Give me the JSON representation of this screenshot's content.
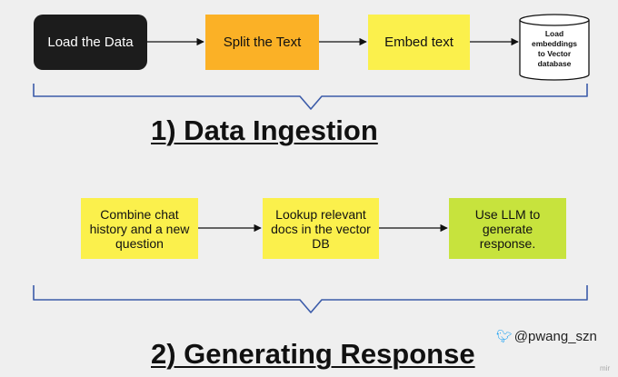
{
  "stage1": {
    "title": "1) Data Ingestion",
    "steps": {
      "load": "Load the Data",
      "split": "Split the Text",
      "embed": "Embed text",
      "store_lines": [
        "Load",
        "embeddings",
        "to Vector",
        "database"
      ]
    }
  },
  "stage2": {
    "title": "2) Generating Response",
    "steps": {
      "combine_lines": [
        "Combine chat",
        "history and a new",
        "question"
      ],
      "lookup_lines": [
        "Lookup relevant",
        "docs in the vector",
        "DB"
      ],
      "generate_lines": [
        "Use LLM to",
        "generate",
        "response."
      ]
    }
  },
  "credit": "@pwang_szn",
  "corner_mark": "mir",
  "colors": {
    "background": "#efefef",
    "bracket": "#3b5ba9",
    "load_box": "#1c1c1c",
    "split_box": "#fbb126",
    "yellow_box": "#fbf04c",
    "green_box": "#c7e33d",
    "twitter_blue": "#1da1f2"
  }
}
